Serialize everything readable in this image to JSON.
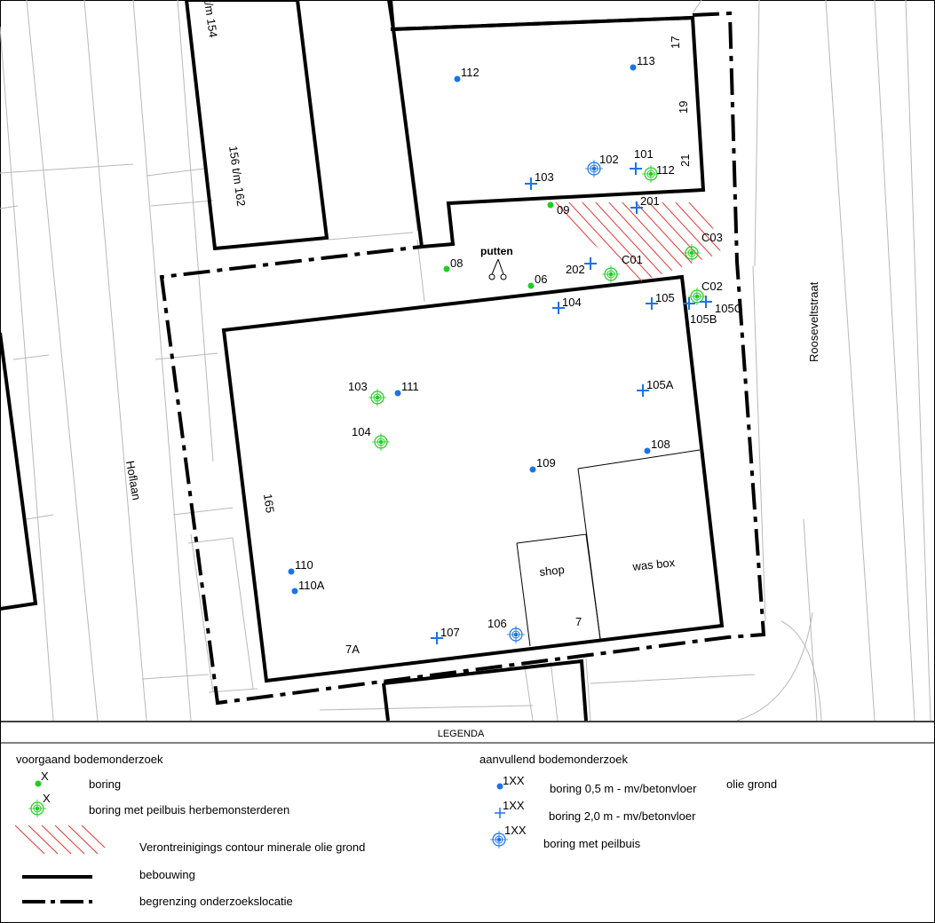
{
  "streets": {
    "hoflaan": "Hoflaan",
    "rooseveltstraat": "Rooseveltstraat"
  },
  "house_numbers": {
    "n154": "t/m 154",
    "n156": "156 t/m 162",
    "n17": "17",
    "n19": "19",
    "n21": "21",
    "n165": "165",
    "n7": "7",
    "n7a": "7A"
  },
  "rooms": {
    "shop": "shop",
    "wasbox": "was box"
  },
  "putten": "putten",
  "points": {
    "g08": "08",
    "g06": "06",
    "g09": "09",
    "p112": "112",
    "p113": "113",
    "p103": "103",
    "p102": "102",
    "p101": "101",
    "pp112": "112",
    "p201": "201",
    "c03": "C03",
    "c01": "C01",
    "p202": "202",
    "c02": "C02",
    "p105": "105",
    "p105b": "105B",
    "p105c": "105C",
    "p104": "104",
    "pp103": "103",
    "p111": "111",
    "pp104": "104",
    "p105a": "105A",
    "p108": "108",
    "p109": "109",
    "p110": "110",
    "p110a": "110A",
    "p107": "107",
    "p106": "106"
  },
  "legend": {
    "title": "LEGENDA",
    "prev_title": "voorgaand bodemonderzoek",
    "x1": "X",
    "x2": "X",
    "boring": "boring",
    "boring_peilbuis": "boring met peilbuis herbemonsterderen",
    "contour": "Verontreinigings contour minerale olie grond",
    "bebouwing": "bebouwing",
    "begrenzing": "begrenzing onderzoekslocatie",
    "add_title": "aanvullend bodemonderzoek",
    "xx1": "1XX",
    "xx2": "1XX",
    "xx3": "1XX",
    "boring_05": "boring 0,5 m - mv/betonvloer",
    "boring_20": "boring 2,0 m - mv/betonvloer",
    "boring_met_peilbuis": "boring met peilbuis",
    "olie_grond_frag": "olie grond"
  },
  "colors": {
    "green": "#22cc22",
    "blue": "#1a73e8",
    "red": "#e53935"
  }
}
